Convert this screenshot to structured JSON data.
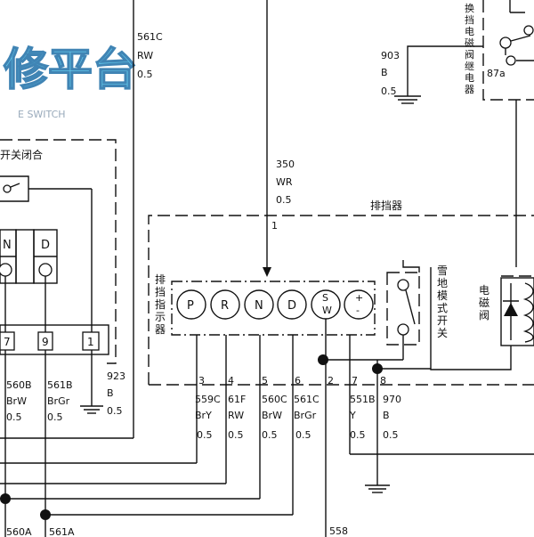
{
  "watermark": {
    "text": "修平台",
    "subtext": "E SWITCH"
  },
  "top_wire": {
    "num": "561C",
    "color": "RW",
    "size": "0.5"
  },
  "left_switch": {
    "label": "开关闭合",
    "pins": [
      "N",
      "D"
    ],
    "conn_pins": [
      "7",
      "9",
      "1"
    ]
  },
  "ground_923": {
    "num": "923",
    "color": "B",
    "size": "0.5"
  },
  "relay": {
    "label": "换挡电磁阀继电器",
    "pin": "87a"
  },
  "ground_903": {
    "num": "903",
    "color": "B",
    "size": "0.5"
  },
  "feed_350": {
    "num": "350",
    "color": "WR",
    "size": "0.5",
    "pin": "1"
  },
  "shifter": {
    "title": "排挡器",
    "indicator_label": "排挡指示器",
    "snow_label": "雪地模式开关",
    "solenoid_label": "电磁阀",
    "lamps": [
      "P",
      "R",
      "N",
      "D",
      "S\nW",
      "+\n-"
    ]
  },
  "pin_wires": [
    {
      "pin": "3",
      "num": "559C",
      "color": "BrY",
      "size": "0.5"
    },
    {
      "pin": "4",
      "num": "61F",
      "color": "RW",
      "size": "0.5"
    },
    {
      "pin": "5",
      "num": "560C",
      "color": "BrW",
      "size": "0.5"
    },
    {
      "pin": "6",
      "num": "561C",
      "color": "BrGr",
      "size": "0.5"
    },
    {
      "pin": "2",
      "num": "",
      "color": "",
      "size": ""
    },
    {
      "pin": "7",
      "num": "551B",
      "color": "Y",
      "size": "0.5"
    },
    {
      "pin": "8",
      "num": "970",
      "color": "B",
      "size": "0.5"
    }
  ],
  "left_wires": [
    {
      "num": "560B",
      "color": "BrW",
      "size": "0.5"
    },
    {
      "num": "561B",
      "color": "BrGr",
      "size": "0.5"
    }
  ],
  "bottom_labels": [
    "560A",
    "561A",
    "558"
  ]
}
